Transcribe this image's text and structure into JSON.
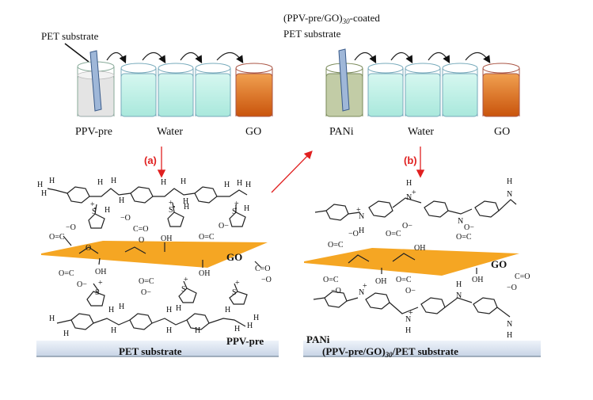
{
  "top_left": {
    "substrate_label": "PET substrate",
    "beakers": [
      "PPV-pre",
      "Water",
      "GO"
    ]
  },
  "top_right": {
    "substrate_label_line1_pre": "(PPV-pre/GO)",
    "substrate_label_line1_sub": "30",
    "substrate_label_line1_post": "-coated",
    "substrate_label_line2": "PET substrate",
    "beakers": [
      "PANi",
      "Water",
      "GO"
    ]
  },
  "panel_a": {
    "tag": "(a)",
    "sheet_label": "GO",
    "polymer_label": "PPV-pre",
    "base_label": "PET substrate"
  },
  "panel_b": {
    "tag": "(b)",
    "sheet_label": "GO",
    "polymer_label": "PANi",
    "base_label_pre": "(PPV-pre/GO)",
    "base_label_sub": "30",
    "base_label_post": "/PET substrate"
  },
  "atoms": {
    "hydrogen": "H",
    "sulfur": "S",
    "nitrogen": "N",
    "oxygen": "O",
    "hydroxyl": "OH",
    "carboxylate_a": "C=O",
    "carboxylate_b": "O=C",
    "oxide_minus": "O−",
    "minus_oxide": "−O",
    "plus": "+"
  },
  "colors": {
    "water": "#bff0e6",
    "go": "#d8661a",
    "ppv": "#e6e6e6",
    "pani": "#c7d1ad",
    "sheet": "#f5a623",
    "arrow": "#e02020",
    "base": "#dbe5f1"
  }
}
